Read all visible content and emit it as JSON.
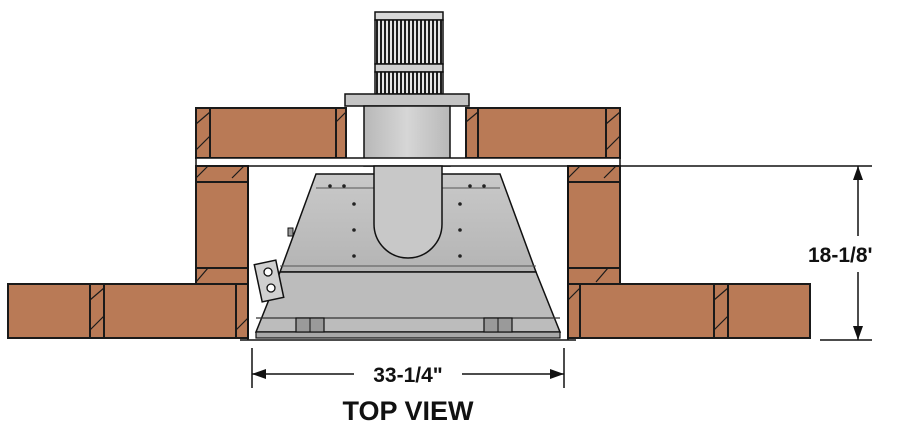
{
  "drawing": {
    "caption": "TOP VIEW",
    "dimensions": {
      "width_label": "33-1/4\"",
      "height_label": "18-1/8'"
    }
  },
  "colors": {
    "brick": "#b97a56",
    "brick_outline": "#1a1a1a",
    "steel_light": "#cfcfcf",
    "steel_mid": "#b3b3b3",
    "steel_dark": "#8c8c8c",
    "flue_dark": "#2a2a2a",
    "line": "#111111"
  }
}
